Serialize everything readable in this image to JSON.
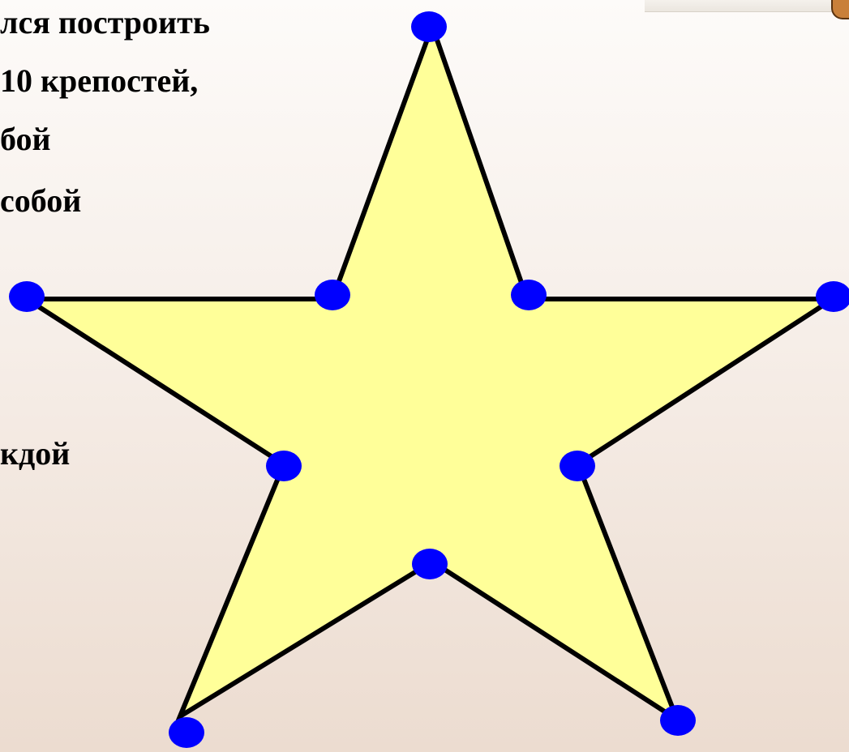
{
  "slide": {
    "text_lines": [
      "лся построить",
      "10 крепостей,",
      "бой",
      "собой",
      "кдой"
    ]
  },
  "diagram": {
    "shape": "five-pointed star",
    "fill_color": "#ffff99",
    "stroke_color": "#000000",
    "point_color": "#0000ff",
    "point_count": 10
  }
}
